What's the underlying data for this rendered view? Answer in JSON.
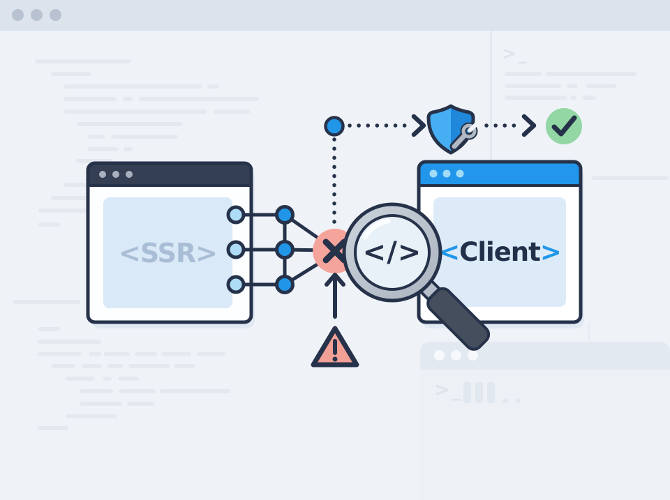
{
  "ssr_window": {
    "label": "<SSR>"
  },
  "client_window": {
    "bracket_open": "<",
    "name": "Client",
    "bracket_close": ">"
  },
  "magnifier": {
    "glyph": "</>"
  },
  "right_panel": {
    "prompt": ">_"
  },
  "faded_window": {
    "prompt": ">_"
  },
  "colors": {
    "accent_blue": "#2196e8",
    "dark_ink": "#26324a",
    "ssr_header": "#343f53",
    "error_salmon": "#f4a39b",
    "success_green": "#93d7a4",
    "content_tint": "#d9e9f7"
  },
  "decor": {
    "skeleton_lines": [
      [
        50,
        85,
        138
      ],
      [
        73,
        103,
        58
      ],
      [
        91,
        121,
        198
      ],
      [
        297,
        121,
        17
      ],
      [
        91,
        139,
        76
      ],
      [
        176,
        139,
        14
      ],
      [
        199,
        139,
        172
      ],
      [
        91,
        157,
        205
      ],
      [
        306,
        157,
        52
      ],
      [
        110,
        175,
        152
      ],
      [
        126,
        193,
        24
      ],
      [
        159,
        193,
        96
      ],
      [
        126,
        211,
        43
      ],
      [
        177,
        211,
        13
      ],
      [
        109,
        228,
        52
      ],
      [
        91,
        262,
        36
      ],
      [
        73,
        281,
        51
      ],
      [
        55,
        299,
        69
      ],
      [
        55,
        319,
        31
      ],
      [
        19,
        430,
        96
      ],
      [
        54,
        469,
        32
      ],
      [
        54,
        487,
        91
      ],
      [
        54,
        505,
        63
      ],
      [
        127,
        505,
        18
      ],
      [
        149,
        505,
        37
      ],
      [
        193,
        505,
        32
      ],
      [
        231,
        505,
        43
      ],
      [
        282,
        505,
        41
      ],
      [
        74,
        522,
        34
      ],
      [
        117,
        522,
        29
      ],
      [
        154,
        522,
        22
      ],
      [
        184,
        522,
        60
      ],
      [
        249,
        522,
        31
      ],
      [
        94,
        540,
        41
      ],
      [
        147,
        540,
        13
      ],
      [
        169,
        540,
        29
      ],
      [
        114,
        558,
        48
      ],
      [
        170,
        558,
        53
      ],
      [
        229,
        558,
        101
      ],
      [
        114,
        576,
        61
      ],
      [
        182,
        576,
        39
      ],
      [
        94,
        594,
        74
      ],
      [
        54,
        611,
        44
      ],
      [
        723,
        103,
        53
      ],
      [
        782,
        103,
        130
      ],
      [
        723,
        120,
        81
      ],
      [
        812,
        120,
        16
      ],
      [
        840,
        120,
        43
      ],
      [
        723,
        137,
        89
      ],
      [
        817,
        137,
        9
      ],
      [
        835,
        137,
        19
      ],
      [
        848,
        252,
        110
      ]
    ]
  }
}
